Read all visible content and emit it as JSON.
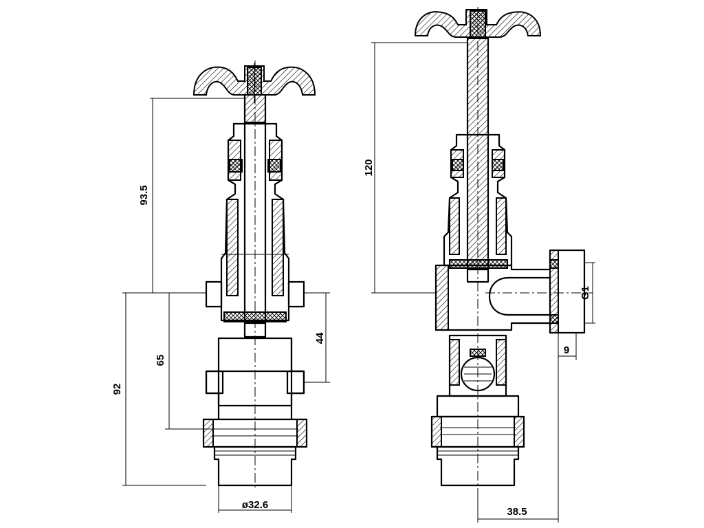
{
  "dimensions": {
    "front_view": {
      "stem_height": "93.5",
      "body_height": "65",
      "total_height": "92",
      "outlet_height": "44",
      "tail_diameter": "ø32.6"
    },
    "side_view": {
      "overall_height": "120",
      "thread_size": "G1",
      "offset": "9",
      "outlet_width": "38.5"
    }
  }
}
